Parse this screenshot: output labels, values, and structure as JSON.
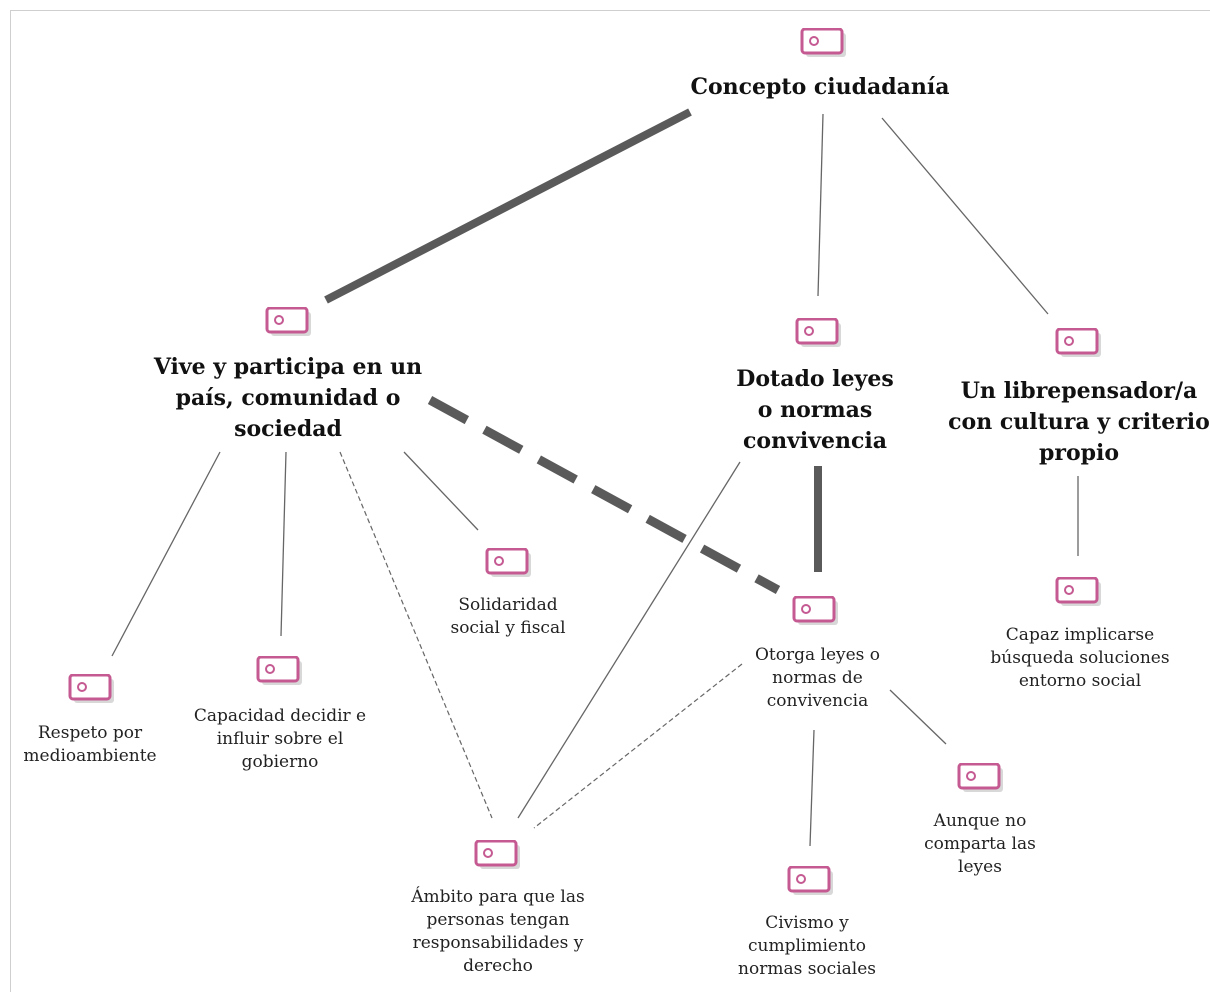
{
  "colors": {
    "icon_stroke": "#c55a92",
    "icon_shadow": "#d3d3d3",
    "link_stroke": "#5a5a5a",
    "thin_link": "#666666"
  },
  "icon_name": "tag-icon",
  "nodes": {
    "root": {
      "label": "Concepto ciudadanía"
    },
    "vive": {
      "label": "Vive y participa en un\npaís, comunidad o\nsociedad"
    },
    "dotado": {
      "label": "Dotado leyes\no normas\nconvivencia"
    },
    "libre": {
      "label": "Un librepensador/a\ncon cultura y criterio\npropio"
    },
    "solidaridad": {
      "label": "Solidaridad\nsocial y fiscal"
    },
    "respeto": {
      "label": "Respeto por\nmedioambiente"
    },
    "capacidad": {
      "label": "Capacidad decidir e\ninfluir sobre el\ngobierno"
    },
    "otorga": {
      "label": "Otorga leyes o\nnormas de\nconvivencia"
    },
    "capaz": {
      "label": "Capaz implicarse\nbúsqueda soluciones\nentorno social"
    },
    "ambito": {
      "label": "Ámbito para que las\npersonas tengan\nresponsabilidades y\nderecho"
    },
    "civismo": {
      "label": "Civismo y\ncumplimiento\nnormas sociales"
    },
    "aunque": {
      "label": "Aunque no\ncomparta las\nleyes"
    }
  },
  "links": [
    {
      "from": "root",
      "to": "vive",
      "style": "thick"
    },
    {
      "from": "root",
      "to": "dotado",
      "style": "thin"
    },
    {
      "from": "root",
      "to": "libre",
      "style": "thin"
    },
    {
      "from": "vive",
      "to": "otorga",
      "style": "thick-dashed"
    },
    {
      "from": "dotado",
      "to": "otorga",
      "style": "thick"
    },
    {
      "from": "vive",
      "to": "respeto",
      "style": "thin"
    },
    {
      "from": "vive",
      "to": "capacidad",
      "style": "thin"
    },
    {
      "from": "vive",
      "to": "solidaridad",
      "style": "thin"
    },
    {
      "from": "vive",
      "to": "ambito",
      "style": "thin-dashed"
    },
    {
      "from": "dotado",
      "to": "ambito",
      "style": "thin"
    },
    {
      "from": "otorga",
      "to": "ambito",
      "style": "thin-dashed"
    },
    {
      "from": "otorga",
      "to": "civismo",
      "style": "thin"
    },
    {
      "from": "otorga",
      "to": "aunque",
      "style": "thin"
    },
    {
      "from": "libre",
      "to": "capaz",
      "style": "thin"
    }
  ]
}
